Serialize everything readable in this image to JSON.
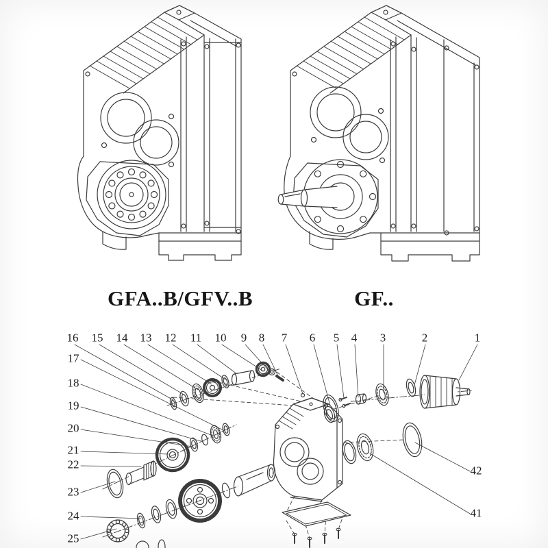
{
  "page": {
    "background": "#ffffff"
  },
  "models": {
    "left_label": "GFA..B/GFV..B",
    "right_label": "GF.."
  },
  "parts_list": {
    "top_row": [
      "16",
      "15",
      "14",
      "13",
      "12",
      "11",
      "10",
      "9",
      "8",
      "7",
      "6",
      "5",
      "4",
      "3",
      "2",
      "1"
    ],
    "left_column": [
      "17",
      "18",
      "19",
      "20",
      "21",
      "22",
      "23",
      "24",
      "25"
    ],
    "right_column": [
      "42",
      "41"
    ]
  },
  "colors": {
    "line": "#3b3b3b",
    "text": "#1a1a1a"
  }
}
